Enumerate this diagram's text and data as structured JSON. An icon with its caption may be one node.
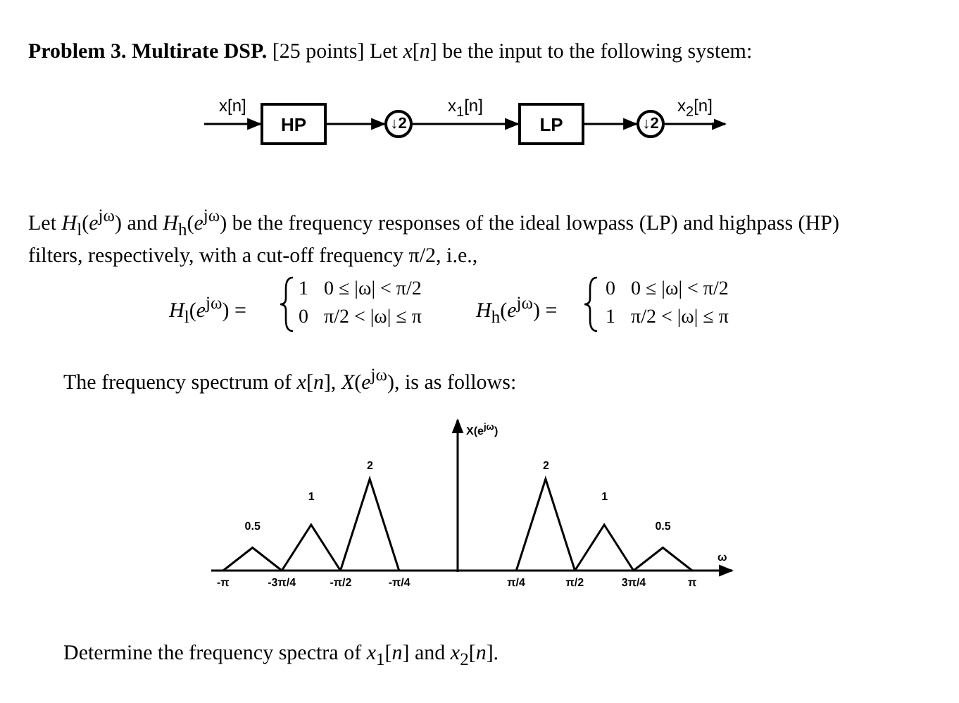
{
  "diagram": {
    "nodes": [
      {
        "text": [
          "HP"
        ]
      },
      {
        "text": [
          "↓2"
        ]
      },
      {
        "text": [
          "LP"
        ]
      },
      {
        "text": [
          "↓2"
        ]
      }
    ],
    "edges": [
      {
        "from": null,
        "to": 0,
        "arrow": "to",
        "label": "x[n]"
      },
      {
        "from": 0,
        "to": 1,
        "arrow": "to"
      },
      {
        "from": 1,
        "to": 2,
        "arrow": "to",
        "label": "x$_{1}$[n]"
      },
      {
        "from": 2,
        "to": 3,
        "arrow": "to"
      },
      {
        "from": 3,
        "to": null,
        "arrow": "to",
        "label": "x$_{2}$[n]"
      }
    ],
    "labels": [
      "**Problem 3. Multirate DSP.** [25 points] Let *x*[*n*] be the input to the following system:",
      "Let *H*$_{l}$(*e*$^{jω}$) and *H*$_{h}$(*e*$^{jω}$) be the frequency responses of the ideal lowpass (LP) and highpass (HP) filters, respectively, with a cut-off frequency π/2, i.e.,",
      "*H*$_{l}$(*e*$^{jω}$) =",
      "1",
      "0 ≤ |ω| < π/2",
      "0",
      "π/2 < |ω| ≤ π",
      "*H*$_{h}$(*e*$^{jω}$) =",
      "0",
      "0 ≤ |ω| < π/2",
      "1",
      "π/2 < |ω| ≤ π",
      "The frequency spectrum of *x*[*n*], *X*(*e*$^{jω}$), is as follows:",
      "Determine the frequency spectra of *x*$_{1}$[*n*] and *x*$_{2}$[*n*].",
      "X(e$^{jω}$)",
      "2",
      "2",
      "1",
      "1",
      "0.5",
      "0.5",
      "ω",
      "-π",
      "-3π/4",
      "-π/2",
      "-π/4",
      "π/4",
      "π/2",
      "3π/4",
      "π"
    ]
  }
}
